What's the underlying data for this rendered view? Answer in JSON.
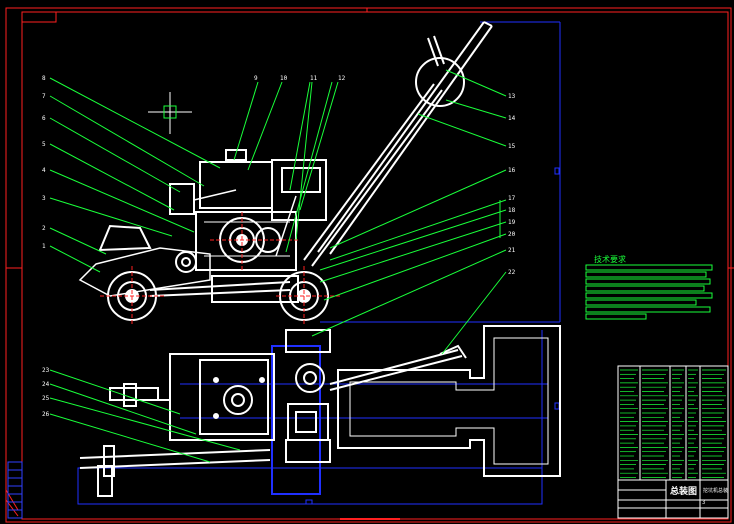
{
  "drawing": {
    "tech_requirements_title": "技术要求",
    "title_block_name": "总装图",
    "title_block_sub": "挖坑机总装",
    "title_block_code": "3",
    "callout_labels_top": [
      "8",
      "7",
      "6",
      "5",
      "4",
      "3",
      "2",
      "1"
    ],
    "callout_labels_upper": [
      "9",
      "10",
      "11",
      "12"
    ],
    "callout_labels_right": [
      "13",
      "14",
      "15",
      "16",
      "17",
      "18",
      "19",
      "20",
      "21",
      "22"
    ],
    "callout_labels_lower": [
      "23",
      "24",
      "25",
      "26"
    ]
  },
  "colors": {
    "background": "#000000",
    "border": "#ff2020",
    "lines": "#ffffff",
    "leaders": "#19ff3a",
    "hidden": "#2030ff",
    "center": "#ff2020"
  }
}
